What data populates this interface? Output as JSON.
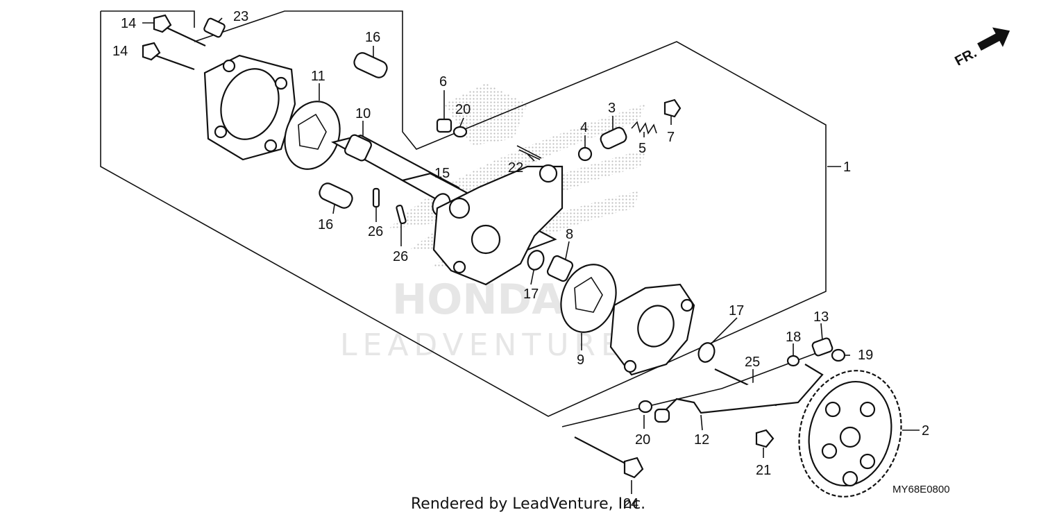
{
  "diagram": {
    "callouts": [
      "14",
      "14",
      "23",
      "16",
      "11",
      "10",
      "6",
      "20",
      "15",
      "22",
      "4",
      "3",
      "5",
      "7",
      "1",
      "16",
      "26",
      "26",
      "8",
      "17",
      "17",
      "9",
      "13",
      "18",
      "19",
      "25",
      "2",
      "12",
      "20",
      "21",
      "24"
    ],
    "watermark_words": [
      "HONDA",
      "LEADVENTURE"
    ],
    "direction_label": "FR.",
    "diagram_code": "MY68E0800",
    "credit": "Rendered by LeadVenture, Inc."
  },
  "colors": {
    "line": "#111111",
    "halftone": "#c8c8c8"
  }
}
